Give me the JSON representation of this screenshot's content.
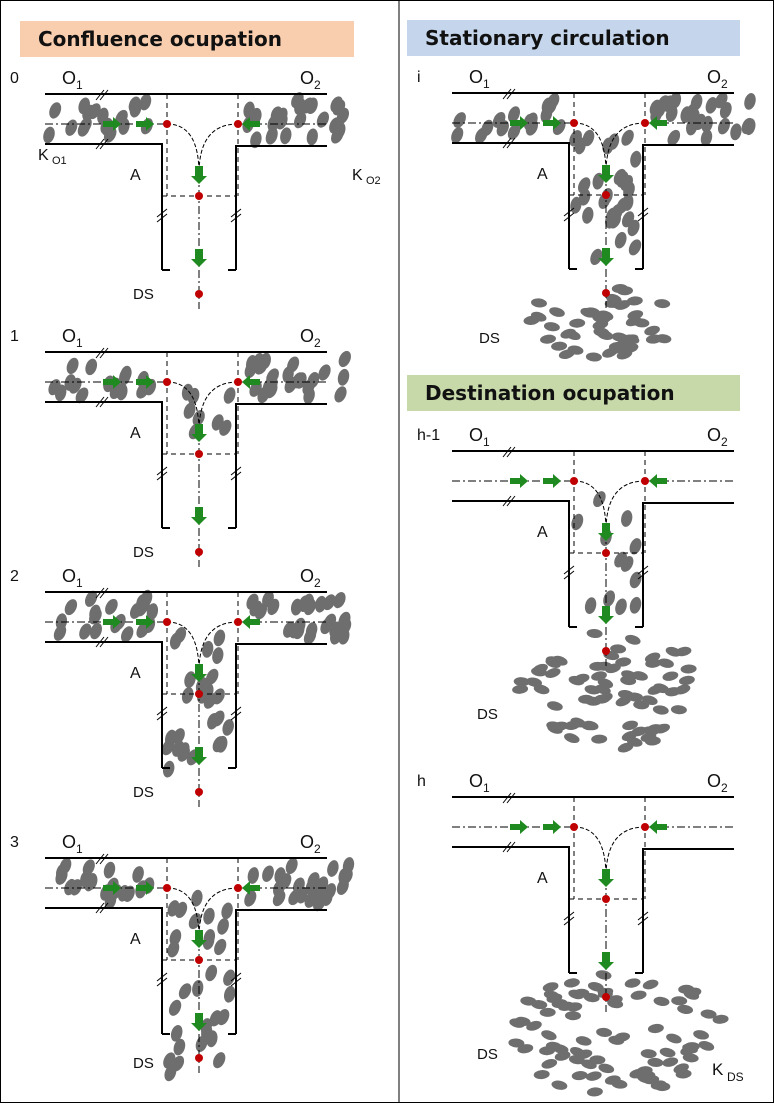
{
  "headers": {
    "confluence": "Confluence ocupation",
    "stationary": "Stationary circulation",
    "destination": "Destination ocupation"
  },
  "labels": {
    "origin1": "O",
    "origin2": "O",
    "sub1": "1",
    "sub2": "2",
    "area": "A",
    "destination": "DS",
    "k": "K",
    "k_o1_sub": "O1",
    "k_o2_sub": "O2",
    "k_ds_sub": "DS"
  },
  "panels": [
    {
      "id": "0",
      "label": "0"
    },
    {
      "id": "1",
      "label": "1"
    },
    {
      "id": "2",
      "label": "2"
    },
    {
      "id": "3",
      "label": "3"
    },
    {
      "id": "i",
      "label": "i"
    },
    {
      "id": "h-1",
      "label": "h-1"
    },
    {
      "id": "h",
      "label": "h"
    }
  ],
  "colors": {
    "arrow": "#1f8a1f",
    "node": "#c00000",
    "vehicle": "#6e6e6e",
    "line": "#000000",
    "border": "#000000"
  },
  "icons": {
    "flow_arrow": "arrow-icon",
    "node": "node-dot",
    "vehicle": "vehicle-ellipse"
  }
}
